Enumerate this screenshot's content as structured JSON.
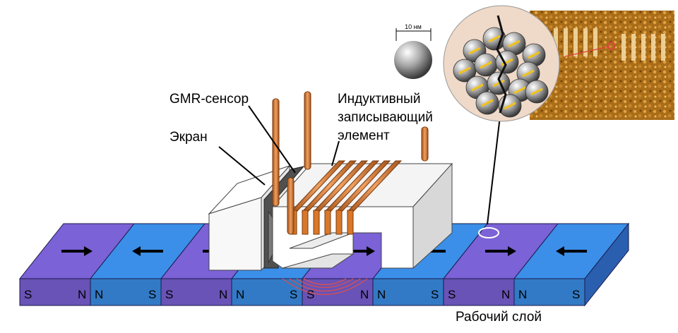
{
  "labels": {
    "gmr_sensor": "GMR-сенсор",
    "shield": "Экран",
    "inductive_1": "Индуктивный",
    "inductive_2": "записывающий",
    "inductive_3": "элемент",
    "working_layer": "Рабочий слой",
    "scale": "10 нм"
  },
  "track": {
    "domains": [
      {
        "left": "S",
        "right": "N",
        "arrow": "right",
        "color": "#7b62d6"
      },
      {
        "left": "N",
        "right": "S",
        "arrow": "left",
        "color": "#3b8fe8"
      },
      {
        "left": "S",
        "right": "N",
        "arrow": "right",
        "color": "#7b62d6"
      },
      {
        "left": "N",
        "right": "S",
        "arrow": "left",
        "color": "#3b8fe8"
      },
      {
        "left": "S",
        "right": "N",
        "arrow": "right",
        "color": "#7b62d6"
      },
      {
        "left": "N",
        "right": "S",
        "arrow": "left",
        "color": "#3b8fe8"
      },
      {
        "left": "S",
        "right": "N",
        "arrow": "right",
        "color": "#7b62d6"
      },
      {
        "left": "N",
        "right": "S",
        "arrow": "left",
        "color": "#3b8fe8"
      }
    ]
  },
  "colors": {
    "coil": "#d9782a",
    "coil_dark": "#9a4a12",
    "head_face": "#ffffff",
    "head_side": "#d8d8d8",
    "texture": "#b7781d"
  }
}
